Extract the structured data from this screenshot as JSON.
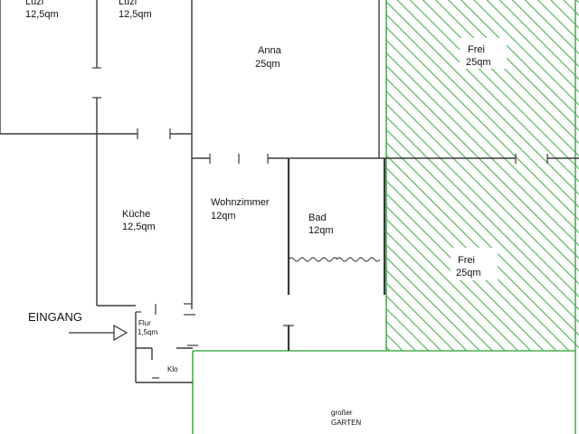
{
  "rooms": {
    "luzi_1": {
      "name": "Luzi",
      "area": "12,5qm"
    },
    "luzi_2": {
      "name": "Luzi",
      "area": "12,5qm"
    },
    "anna": {
      "name": "Anna",
      "area": "25qm"
    },
    "frei_top": {
      "name": "Frei",
      "area": "25qm"
    },
    "kueche": {
      "name": "Küche",
      "area": "12,5qm"
    },
    "wohnzimmer": {
      "name": "Wohnzimmer",
      "area": "12qm"
    },
    "bad": {
      "name": "Bad",
      "area": "12qm"
    },
    "frei_bottom": {
      "name": "Frei",
      "area": "25qm"
    },
    "flur": {
      "name": "Flur",
      "area": "1,5qm"
    },
    "klo": {
      "name": "Klo"
    }
  },
  "entrance": {
    "label": "EINGANG"
  },
  "garden": {
    "line1": "großer",
    "line2": "GARTEN"
  },
  "colors": {
    "wall": "#3a3a3a",
    "free_hatch": "#4caf50",
    "garden_outline": "#4caf50"
  }
}
